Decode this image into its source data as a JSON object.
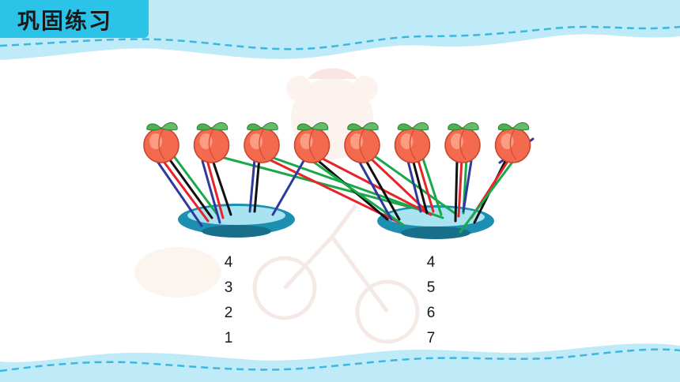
{
  "title": "巩固练习",
  "left_numbers": [
    "4",
    "3",
    "2",
    "1"
  ],
  "right_numbers": [
    "4",
    "5",
    "6",
    "7"
  ],
  "peach_count": 8,
  "colors": {
    "header_blue": "#2bc3e8",
    "wave_blue": "#8fdcf2",
    "peach": "#f36a4e",
    "plate": "#1d8fb0",
    "line_red": "#e8232a",
    "line_green": "#1aa84a",
    "line_black": "#111111",
    "line_blue": "#2e3a9e"
  }
}
